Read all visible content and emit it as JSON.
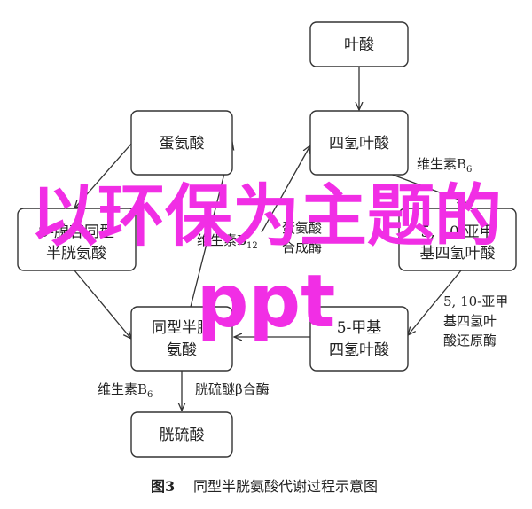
{
  "nodes": {
    "folate": "叶酸",
    "thf": "四氢叶酸",
    "methionine": "蛋氨酸",
    "homocysteine_l1": "同型半胱",
    "homocysteine_l2": "氨酸",
    "cystathionine_l1": "S-腺苷同型",
    "cystathionine_l2": "半胱氨酸",
    "methylene_l1": "5, 10-亚甲",
    "methylene_l2": "基四氢叶酸",
    "methyl_thf_l1": "5-甲基",
    "methyl_thf_l2": "四氢叶酸",
    "cysteine": "胱硫酸"
  },
  "labels": {
    "vb12": "维生素B",
    "vb12_sub": "12",
    "methionine_synthase_l1": "蛋氨酸",
    "methionine_synthase_l2": "合成酶",
    "vb6_right": "维生素B",
    "vb6_right_sub": "6",
    "mthfr_l1": "5, 10-亚甲",
    "mthfr_l2": "基四氢叶",
    "mthfr_l3": "酸还原酶",
    "vb6_bottom": "维生素B",
    "vb6_bottom_sub": "6",
    "cbs": "胱硫醚β合酶"
  },
  "caption": {
    "fig": "图3",
    "text": "同型半胱氨酸代谢过程示意图"
  },
  "overlay": {
    "title": "以环保为主题的",
    "subtitle": "ppt"
  }
}
